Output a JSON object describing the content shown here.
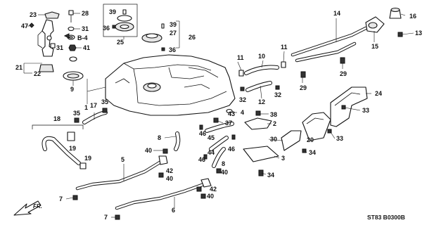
{
  "diagram_code": "ST83  B0300B",
  "direction_label": "FR.",
  "ref_label": "B-4",
  "part_numbers": [
    "1",
    "2",
    "3",
    "4",
    "5",
    "6",
    "7",
    "8",
    "9",
    "10",
    "11",
    "12",
    "13",
    "14",
    "15",
    "16",
    "17",
    "18",
    "19",
    "20",
    "21",
    "22",
    "23",
    "24",
    "25",
    "26",
    "27",
    "28",
    "29",
    "30",
    "31",
    "32",
    "33",
    "34",
    "35",
    "36",
    "37",
    "38",
    "39",
    "40",
    "41",
    "42",
    "43",
    "44",
    "45",
    "46",
    "47"
  ]
}
